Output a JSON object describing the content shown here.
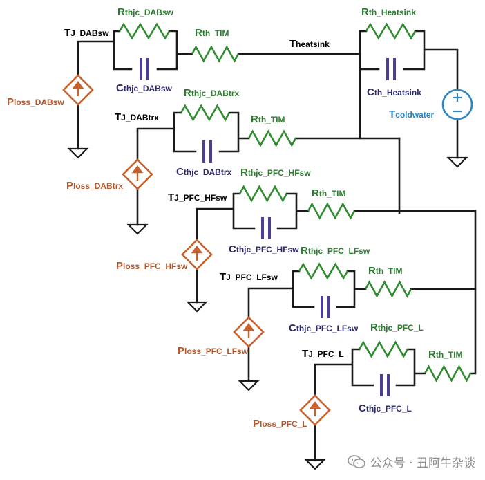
{
  "colors": {
    "wire": "#1a1a1a",
    "resistor": "#2e8b2e",
    "capacitor": "#4b3f95",
    "power_source": "#c8622c",
    "voltage_source": "#2e86c1",
    "label_black": "#000000",
    "label_green": "#2e7d32",
    "label_orange": "#b5562a",
    "label_blue": "#2e86c1",
    "label_navy": "#2a2a6a"
  },
  "labels": {
    "tj_dabsw": {
      "main": "T",
      "sub": "J_DABsw"
    },
    "rthjc_dabsw": {
      "main": "R",
      "sub": "thjc_DABsw"
    },
    "cthjc_dabsw": {
      "main": "C",
      "sub": "thjc_DABsw"
    },
    "rth_tim_1": {
      "main": "R",
      "sub": "th_TIM"
    },
    "ploss_dabsw": {
      "main": "P",
      "sub": "loss_DABsw"
    },
    "theatsink": {
      "main": "T",
      "sub": "heatsink"
    },
    "rth_heatsink": {
      "main": "R",
      "sub": "th_Heatsink"
    },
    "cth_heatsink": {
      "main": "C",
      "sub": "th_Heatsink"
    },
    "tcoldwater": {
      "main": "T",
      "sub": "coldwater"
    },
    "tj_dabtrx": {
      "main": "T",
      "sub": "J_DABtrx"
    },
    "rthjc_dabtrx": {
      "main": "R",
      "sub": "thjc_DABtrx"
    },
    "cthjc_dabtrx": {
      "main": "C",
      "sub": "thjc_DABtrx"
    },
    "rth_tim_2": {
      "main": "R",
      "sub": "th_TIM"
    },
    "ploss_dabtrx": {
      "main": "P",
      "sub": "loss_DABtrx"
    },
    "tj_pfc_hfsw": {
      "main": "T",
      "sub": "J_PFC_HFsw"
    },
    "rthjc_pfc_hfsw": {
      "main": "R",
      "sub": "thjc_PFC_HFsw"
    },
    "cthjc_pfc_hfsw": {
      "main": "C",
      "sub": "thjc_PFC_HFsw"
    },
    "rth_tim_3": {
      "main": "R",
      "sub": "th_TIM"
    },
    "ploss_pfc_hfsw": {
      "main": "P",
      "sub": "loss_PFC_HFsw"
    },
    "tj_pfc_lfsw": {
      "main": "T",
      "sub": "J_PFC_LFsw"
    },
    "rthjc_pfc_lfsw": {
      "main": "R",
      "sub": "thjc_PFC_LFsw"
    },
    "cthjc_pfc_lfsw": {
      "main": "C",
      "sub": "thjc_PFC_LFsw"
    },
    "rth_tim_4": {
      "main": "R",
      "sub": "th_TIM"
    },
    "ploss_pfc_lfsw": {
      "main": "P",
      "sub": "loss_PFC_LFsw"
    },
    "tj_pfc_l": {
      "main": "T",
      "sub": "J_PFC_L"
    },
    "rthjc_pfc_l": {
      "main": "R",
      "sub": "thjc_PFC_L"
    },
    "cthjc_pfc_l": {
      "main": "C",
      "sub": "thjc_PFC_L"
    },
    "rth_tim_5": {
      "main": "R",
      "sub": "th_TIM"
    },
    "ploss_pfc_l": {
      "main": "P",
      "sub": "loss_PFC_L"
    }
  },
  "watermark": {
    "text": "公众号 · 丑阿牛杂谈"
  }
}
